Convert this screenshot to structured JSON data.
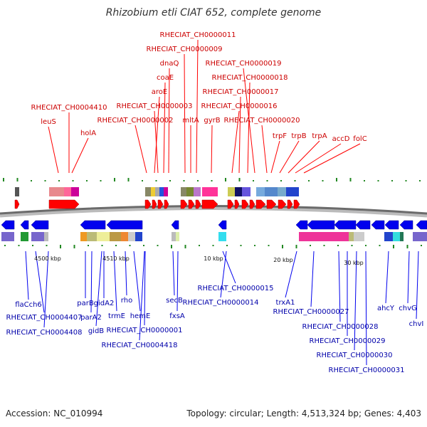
{
  "title": "Rhizobium etli CIAT 652, complete genome",
  "footer": {
    "accession": "Accession: NC_010994",
    "topology": "Topology: circular; Length: 4,513,324 bp; Genes: 4,403"
  },
  "scale_ticks": [
    "4500 kbp",
    "4510 kbp",
    "10 kbp",
    "20 kbp",
    "30 kbp"
  ],
  "colors": {
    "forward": "#ff0000",
    "reverse": "#0000ee",
    "label_forward": "#cc0000",
    "label_reverse": "#0000aa"
  },
  "forward_genes": [
    {
      "name": "leuS"
    },
    {
      "name": "holA"
    },
    {
      "name": "RHECIAT_CH0004410"
    },
    {
      "name": "RHECIAT_CH0000002"
    },
    {
      "name": "aroE"
    },
    {
      "name": "RHECIAT_CH0000003"
    },
    {
      "name": "coaE"
    },
    {
      "name": "dnaQ"
    },
    {
      "name": "RHECIAT_CH0000009"
    },
    {
      "name": "RHECIAT_CH0000011"
    },
    {
      "name": "mltA"
    },
    {
      "name": "gyrB"
    },
    {
      "name": "RHECIAT_CH0000016"
    },
    {
      "name": "RHECIAT_CH0000017"
    },
    {
      "name": "RHECIAT_CH0000018"
    },
    {
      "name": "RHECIAT_CH0000019"
    },
    {
      "name": "RHECIAT_CH0000020"
    },
    {
      "name": "trpF"
    },
    {
      "name": "trpB"
    },
    {
      "name": "trpA"
    },
    {
      "name": "accD"
    },
    {
      "name": "folC"
    }
  ],
  "reverse_genes": [
    {
      "name": "flaCch6"
    },
    {
      "name": "RHECIAT_CH0004407"
    },
    {
      "name": "RHECIAT_CH0004408"
    },
    {
      "name": "parB"
    },
    {
      "name": "parA2"
    },
    {
      "name": "gidB"
    },
    {
      "name": "gidA2"
    },
    {
      "name": "trmE"
    },
    {
      "name": "rho"
    },
    {
      "name": "hemE"
    },
    {
      "name": "RHECIAT_CH0000001"
    },
    {
      "name": "RHECIAT_CH0004418"
    },
    {
      "name": "secB"
    },
    {
      "name": "fxsA"
    },
    {
      "name": "RHECIAT_CH0000015"
    },
    {
      "name": "RHECIAT_CH0000014"
    },
    {
      "name": "trxA1"
    },
    {
      "name": "RHECIAT_CH0000027"
    },
    {
      "name": "RHECIAT_CH0000028"
    },
    {
      "name": "RHECIAT_CH0000029"
    },
    {
      "name": "RHECIAT_CH0000030"
    },
    {
      "name": "RHECIAT_CH0000031"
    },
    {
      "name": "ahcY"
    },
    {
      "name": "chvG"
    },
    {
      "name": "chvI"
    }
  ]
}
